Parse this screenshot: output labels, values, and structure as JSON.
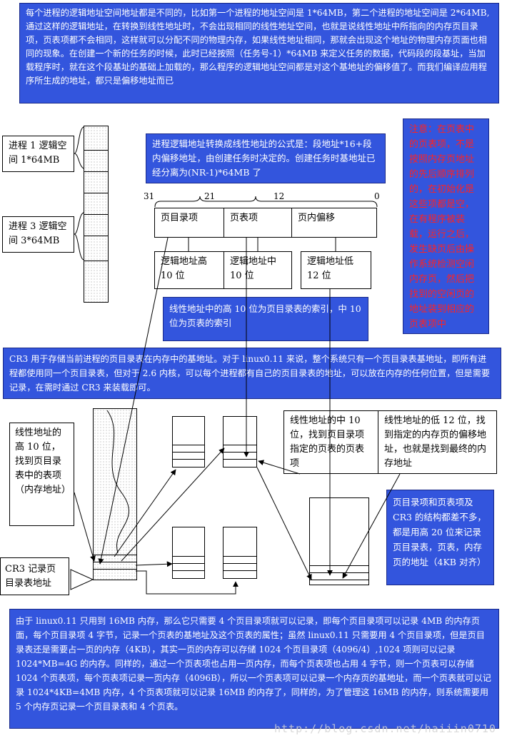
{
  "top_note": "每个进程的逻辑地址空间地址都是不同的，比如第一个进程的地址空间是 1*64MB，第二个进程的地址空间是 2*64MB,通过这样的逻辑地址，在转换到线性地址时，不会出现相同的线性地址空间，也就是说线性地址中所指向的内存页目录项，页表项都不会相同，这样就可以分配不同的物理内存，如果线性地址相同，那就会出现这个地址的物理内存页面也相同的现象。在创建一个新的任务的时候，此时已经按照（任务号-1）*64MB 来定义任务的数据，代码段的段基址，当加载程序时，就在这个段基址的基础上加载的，那么程序的逻辑地址空间都是对这个基地址的偏移值了。而我们编译应用程序所生成的地址，都只是偏移地址而已",
  "process1_label": "进程 1 逻辑空间 1*64MB",
  "process3_label": "进程 3 逻辑空间 3*64MB",
  "formula_note": "进程逻辑地址转换成线性地址的公式是：段地址*16+段内偏移地址，由创建任务时决定的。创建任务时基地址已经分离为(NR-1)*64MB 了",
  "red_note": "注意：在页表中的页表项，不是按照内存页地址的先后顺序排列的，在初始化是这些项都是空，在有程序被装载，运行之后，发生缺页后由操作系统检测空闲内存页，然后把找到的空闲页的地址装到相应的页表项中",
  "bits": {
    "b31": "31",
    "b21": "21",
    "b12": "12",
    "b0": "0"
  },
  "fields": {
    "dir": "页目录项",
    "table": "页表项",
    "offset": "页内偏移"
  },
  "logical": {
    "high": "逻辑地址高 10 位",
    "mid": "逻辑地址中 10 位",
    "low": "逻辑地址低 12 位"
  },
  "linear_note": "线性地址中的高 10 位为页目录表的索引，中 10 位为页表的索引",
  "cr3_note": "CR3 用于存储当前进程的页目录表在内存中的基地址。对于 linux0.11 来说，整个系统只有一个页目录表基地址，即所有进程都使用同一个页目录表，但对于 2.6 内核，可以每个进程都有自己的页目录表的地址，可以放在内存的任何位置，但是需要记录，在需时通过 CR3 来装载即可。",
  "high10_note": "线性地址的高 10 位，找到页目录表中的表项（内存地址）",
  "mid10_note": "线性地址的中 10 位，找到页目录项指定的页表的页表项",
  "low12_note": "线性地址的低 12 位，找到指定的内存页的偏移地址，也就是找到最终的内存地址",
  "struct_note": "页目录项和页表项及 CR3 的结构都差不多，都是用高 20 位来记录页目录表，页表，内存页的地址（4KB 对齐）",
  "cr3_label": "CR3 记录页目录表地址",
  "bottom_note": "由于 linux0.11 只用到 16MB 内存，那么它只需要 4 个页目录项就可以记录，即每个页目录项可以记录 4MB 的内存页面，每个页目录项 4 字节，记录一个页表的基地址及这个页表的属性；虽然 linux0.11 只需要用 4 个页目录项，但是页目录表还是需要占一页的内存（4KB），其实一页的内存可以存储 1024 个页目录项（4096/4）,1024 项则可以记录 1024*MB=4G 的内存。同样的，通过一个页表项也占用一页内存，而每个页表项也占用 4 字节，则一个页表可以存储 1024 个页表项，每个页表项记录一页内存（4096B），所以一个页表项可以记录一个内存页的基地址，而一个页表就可以记录 1024*4KB=4MB 内存，4 个页表项就可以记录 16MB 的内存了，同样的，为了管理这 16MB 的内存，则系统需要用 5 个内存页记录一个页目录表和 4 个页表。",
  "watermark": "http://blog.csdn.net/haiiin0710"
}
